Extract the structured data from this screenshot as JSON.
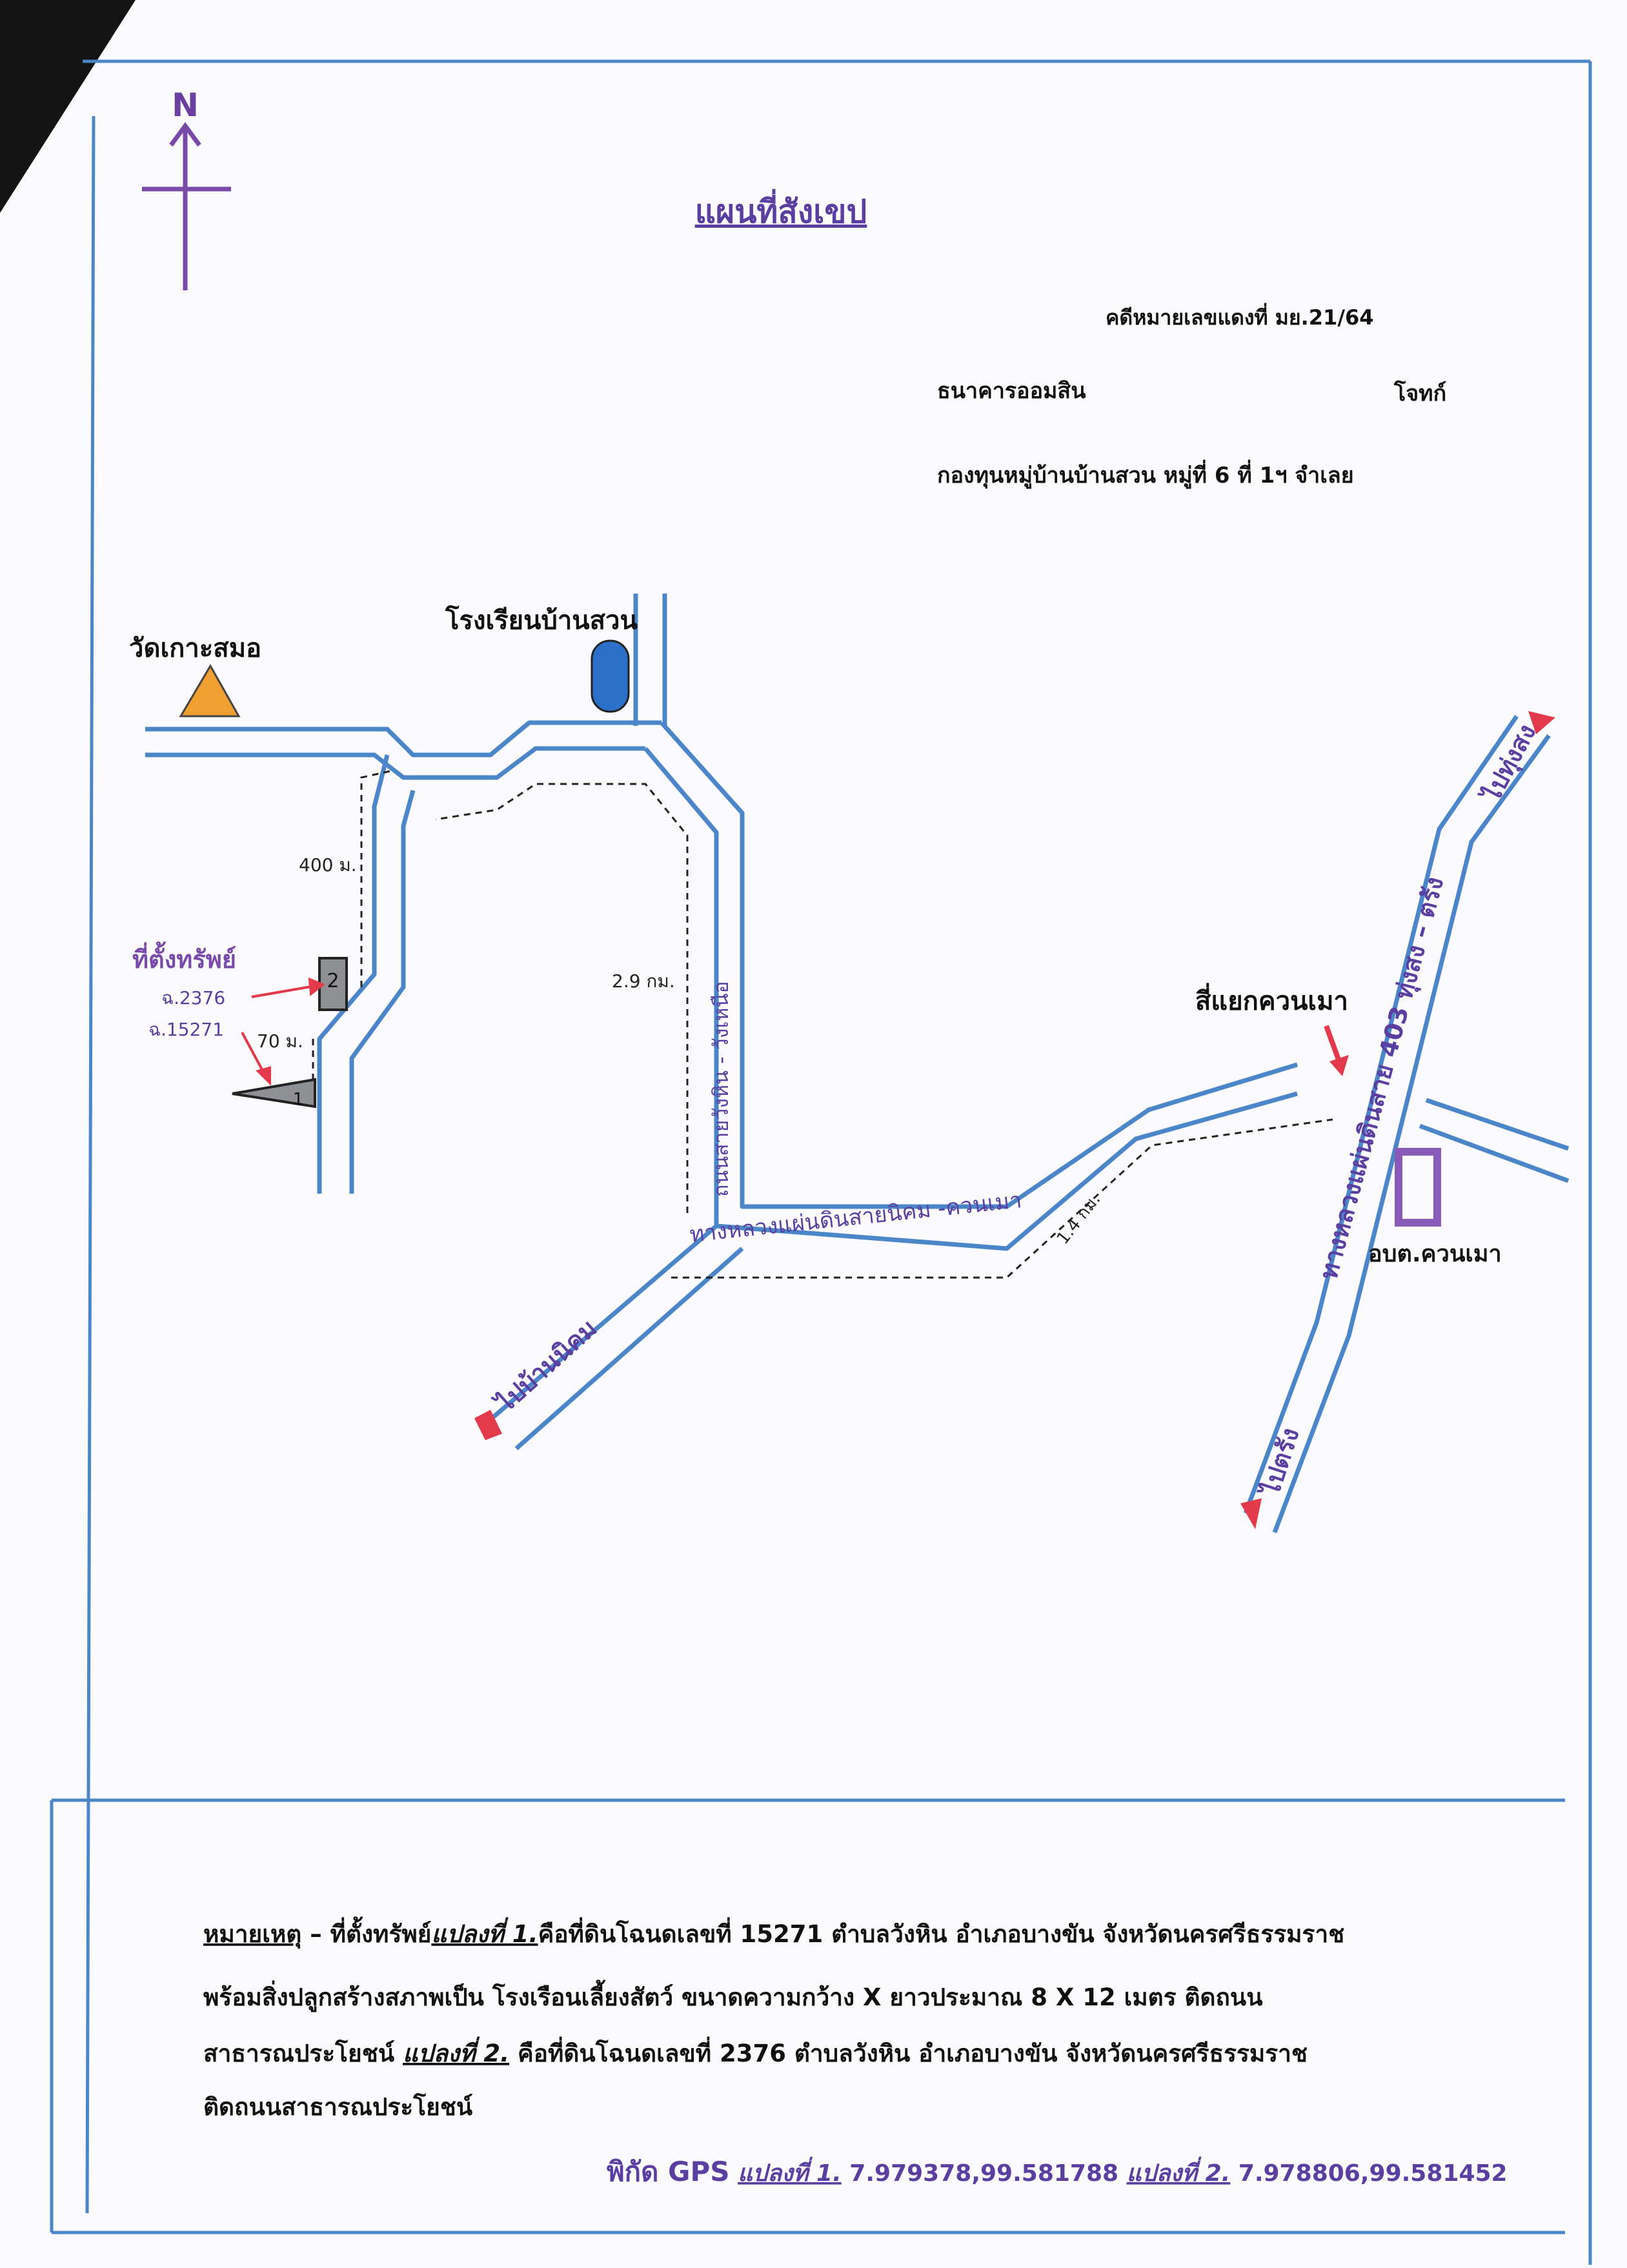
{
  "title": "แผนที่สังเขป",
  "compass": {
    "north_label": "N"
  },
  "case": {
    "case_number": "คดีหมายเลขแดงที่ มย.21/64",
    "plaintiff": "ธนาคารออมสิน",
    "plaintiff_role": "โจทก์",
    "defendant": "กองทุนหมู่บ้านบ้านสวน หมู่ที่ 6 ที่ 1ฯ จำเลย"
  },
  "landmarks": {
    "temple": "วัดเกาะสมอ",
    "school": "โรงเรียนบ้านสวน",
    "junction": "สี่แยกควนเมา",
    "sao": "อบต.ควนเมา",
    "property_label": "ที่ตั้งทรัพย์",
    "deed_2376": "ฉ.2376",
    "deed_15271": "ฉ.15271",
    "plot_1": "1",
    "plot_2": "2"
  },
  "distances": {
    "d400": "400 ม.",
    "d70": "70 ม.",
    "d29": "2.9 กม.",
    "d14": "1.4 กม."
  },
  "roads": {
    "road_wanghin": "ถนนสายวังหิน - วังเหนือ",
    "road_nikhom": "ทางหลวงแผ่นดินสายนิคม -ควนเมา",
    "road_403": "ทางหลวงแผ่นดินสาย 403 ทุ่งสง – ตรัง",
    "to_ban_nikhom": "ไปบ้านนิคม",
    "to_trang": "ไปตรัง",
    "to_thungsong": "ไปทุ่งสง"
  },
  "note": {
    "heading": "หมายเหตุ",
    "line1_a": " – ที่ตั้งทรัพย์",
    "line1_plot": "แปลงที่ 1.",
    "line1_b": "คือที่ดินโฉนดเลขที่ 15271  ตำบลวังหิน  อำเภอบางขัน  จังหวัดนครศรีธรรมราช",
    "line2": "พร้อมสิ่งปลูกสร้างสภาพเป็น โรงเรือนเลี้ยงสัตว์   ขนาดความกว้าง X ยาวประมาณ 8 X 12  เมตร ติดถนน",
    "line3_a": "สาธารณประโยชน์  ",
    "line3_plot": "แปลงที่ 2.",
    "line3_b": " คือที่ดินโฉนดเลขที่  2376  ตำบลวังหิน  อำเภอบางขัน  จังหวัดนครศรีธรรมราช",
    "line4": "ติดถนนสาธารณประโยชน์"
  },
  "gps": {
    "label": "พิกัด GPS",
    "plot1_label": "แปลงที่ 1.",
    "plot1_coords": " 7.979378,99.581788",
    "plot2_label": "แปลงที่ 2.",
    "plot2_coords": " 7.978806,99.581452"
  },
  "colors": {
    "road_blue": "#4a86c8",
    "purple": "#7a4aa8",
    "temple_orange": "#f0a030",
    "school_blue": "#2a6fc8",
    "red_arrow": "#e23a4a",
    "plot_gray": "#8e9094"
  }
}
